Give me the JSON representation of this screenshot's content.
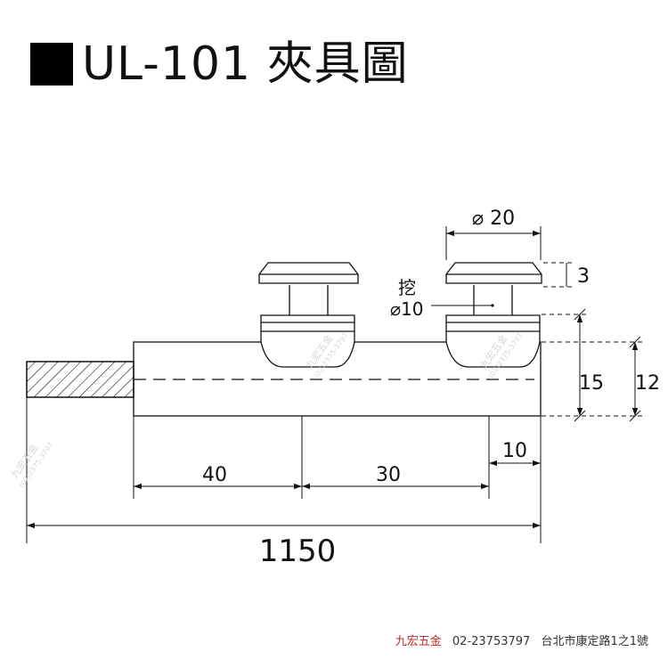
{
  "title": {
    "text": "UL-101 夾具圖"
  },
  "labels": {
    "diameter_20": "⌀ 20",
    "height_3": "3",
    "hole_note": "挖",
    "hole_diameter": "⌀10",
    "dim_15": "15",
    "dim_12": "12",
    "dim_10": "10",
    "dim_40": "40",
    "dim_30": "30",
    "dim_1150": "1150"
  },
  "watermark": {
    "name": "九宏五金",
    "phone": "(02)2375-3797"
  },
  "footer": {
    "brand": "九宏五金",
    "phone": "02-23753797",
    "address": "台北市康定路1之1號"
  }
}
